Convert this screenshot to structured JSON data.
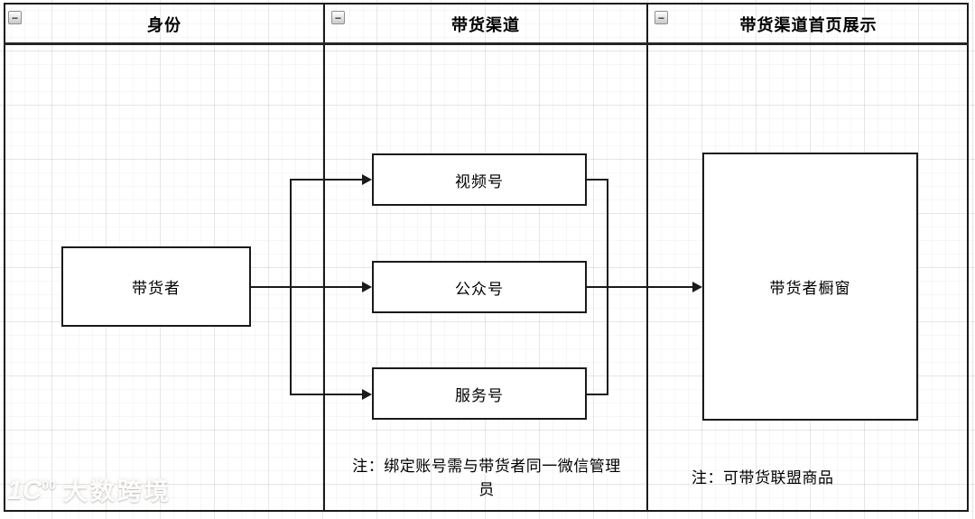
{
  "lanes": [
    {
      "title": "身份"
    },
    {
      "title": "带货渠道"
    },
    {
      "title": "带货渠道首页展示"
    }
  ],
  "collapse_glyph": "−",
  "nodes": {
    "seller": {
      "label": "带货者"
    },
    "video": {
      "label": "视频号"
    },
    "official": {
      "label": "公众号"
    },
    "service": {
      "label": "服务号"
    },
    "showcase": {
      "label": "带货者橱窗"
    }
  },
  "notes": {
    "channel": "注：绑定账号需与带货者同一微信管理员",
    "display": "注：可带货联盟商品"
  },
  "watermark": {
    "logo_base": "1C",
    "logo_sup": "00",
    "brand": "大数跨境"
  },
  "colors": {
    "line": "#1a1a1a",
    "header_underline": "#262626",
    "node_fill": "#ffffff",
    "background": "#ffffff"
  }
}
